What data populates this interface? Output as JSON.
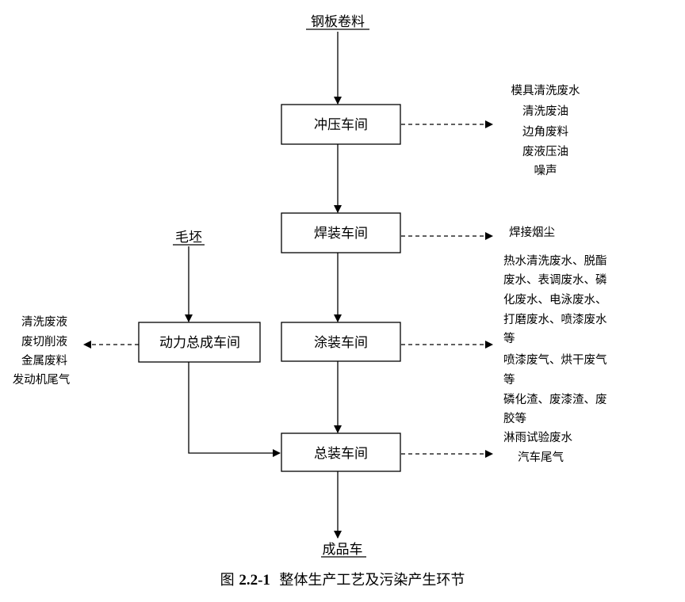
{
  "input": {
    "label": "钢板卷料"
  },
  "blank_input": {
    "label": "毛坯"
  },
  "output": {
    "label": "成品车"
  },
  "workshops": {
    "stamping": {
      "label": "冲压车间"
    },
    "welding": {
      "label": "焊装车间"
    },
    "painting": {
      "label": "涂装车间"
    },
    "powertrain": {
      "label": "动力总成车间"
    },
    "assembly": {
      "label": "总装车间"
    }
  },
  "pollutants": {
    "stamping": [
      "模具清洗废水",
      "清洗废油",
      "边角废料",
      "废液压油",
      "噪声"
    ],
    "welding": [
      "焊接烟尘"
    ],
    "painting": [
      "热水清洗废水、脱酯",
      "废水、表调废水、磷",
      "化废水、电泳废水、",
      "打磨废水、喷漆废水",
      "等",
      "喷漆废气、烘干废气",
      "等",
      "磷化渣、废漆渣、废",
      "胶等"
    ],
    "assembly": [
      "淋雨试验废水",
      "汽车尾气"
    ],
    "powertrain": [
      "清洗废液",
      "废切削液",
      "金属废料",
      "发动机尾气"
    ]
  },
  "caption": {
    "prefix": "图",
    "number": "2.2-1",
    "title": "整体生产工艺及污染产生环节"
  }
}
